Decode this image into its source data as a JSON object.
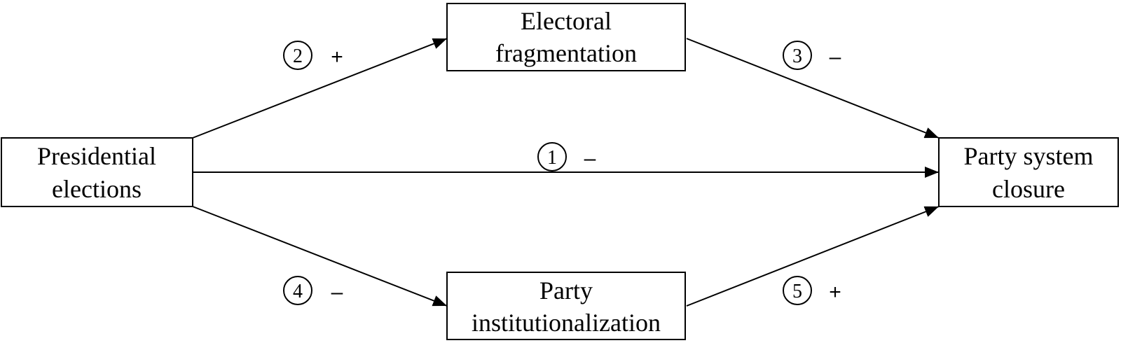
{
  "diagram": {
    "nodes": {
      "presidential_elections": {
        "line1": "Presidential",
        "line2": "elections"
      },
      "electoral_fragmentation": {
        "line1": "Electoral",
        "line2": "fragmentation"
      },
      "party_institutionalization": {
        "line1": "Party",
        "line2": "institutionalization"
      },
      "party_system_closure": {
        "line1": "Party system",
        "line2": "closure"
      }
    },
    "paths": [
      {
        "number": "1",
        "sign": "–"
      },
      {
        "number": "2",
        "sign": "+"
      },
      {
        "number": "3",
        "sign": "–"
      },
      {
        "number": "4",
        "sign": "–"
      },
      {
        "number": "5",
        "sign": "+"
      }
    ]
  }
}
